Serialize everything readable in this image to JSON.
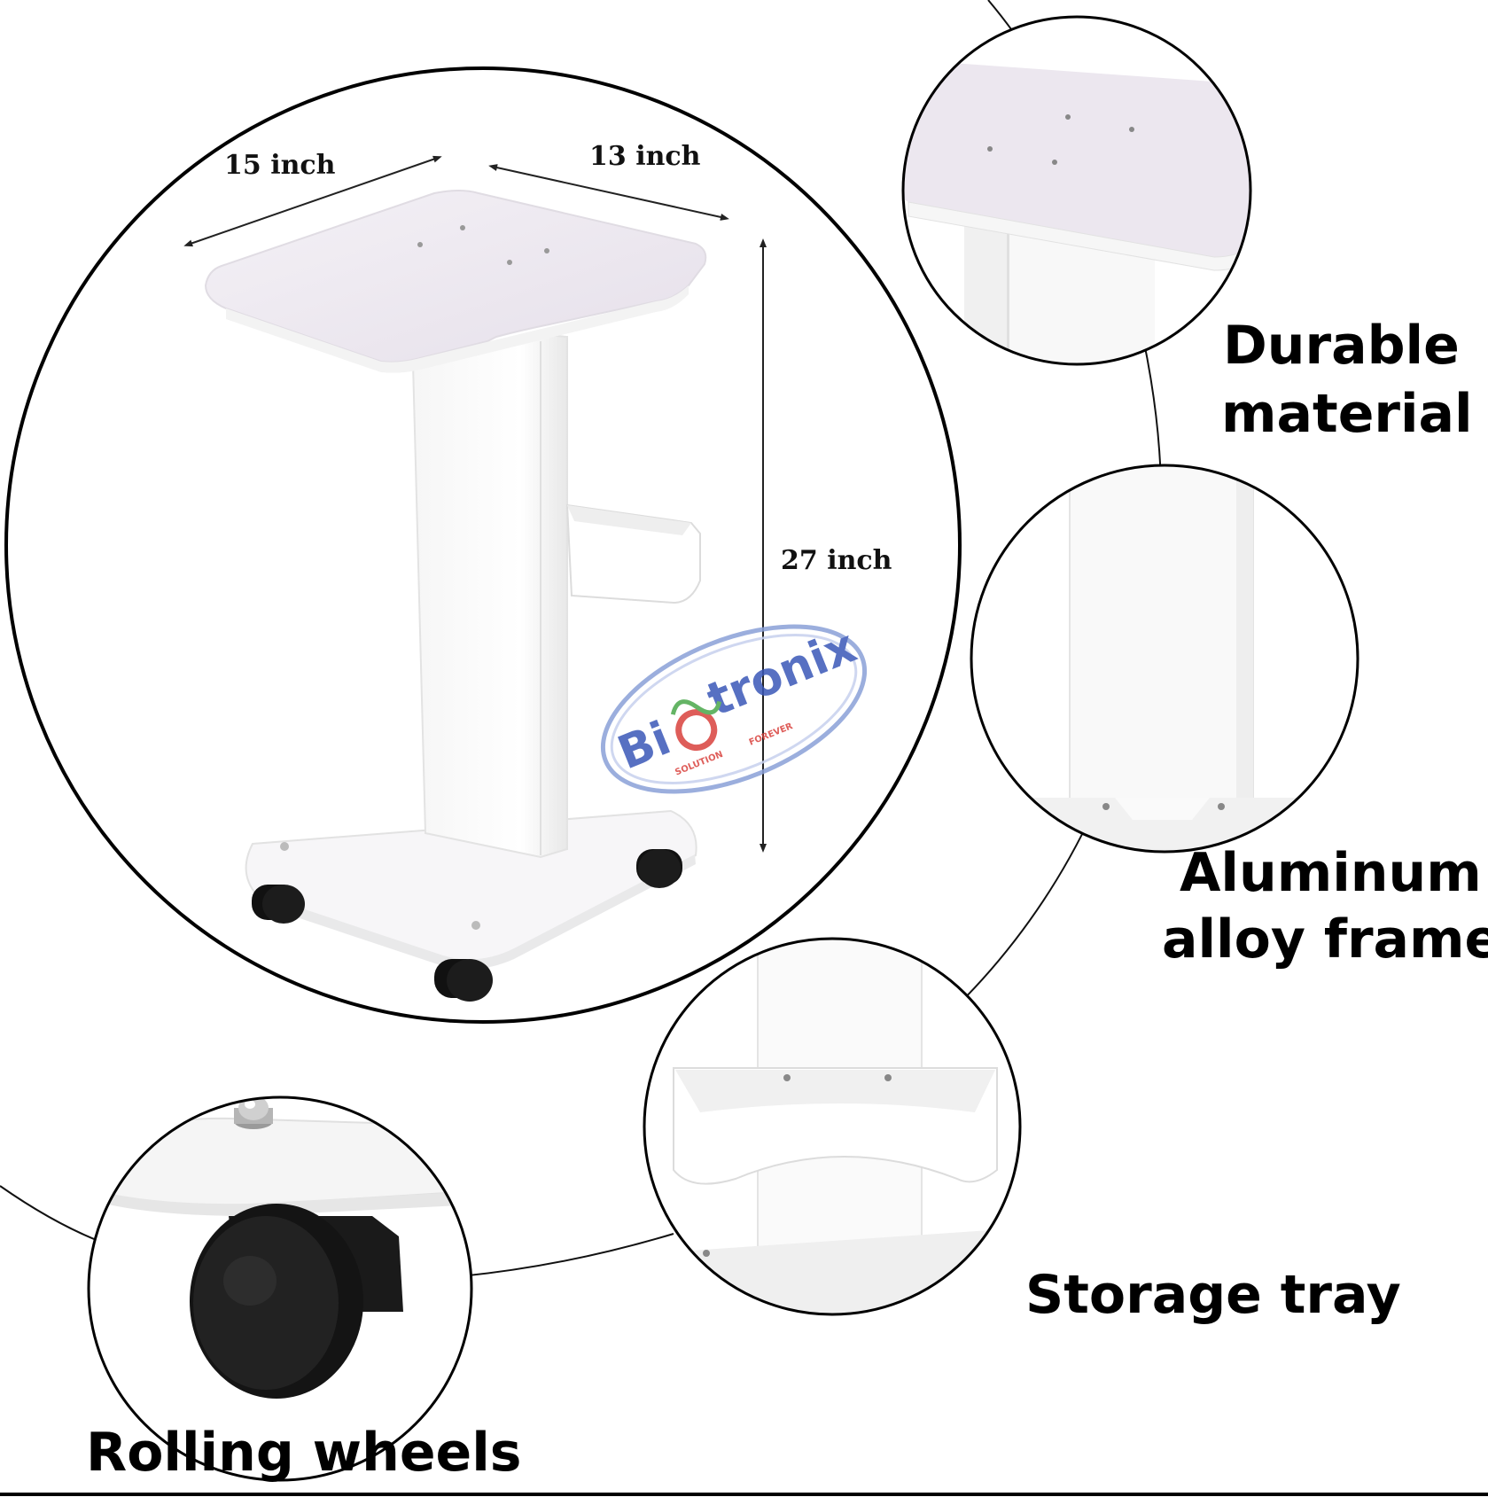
{
  "dimensions": {
    "width_label": "15 inch",
    "depth_label": "13 inch",
    "height_label": "27 inch"
  },
  "features": {
    "durable_line1": "Durable",
    "durable_line2": "material",
    "aluminum_line1": "Aluminum",
    "aluminum_line2": "alloy frame",
    "storage": "Storage tray",
    "wheels": "Rolling wheels"
  },
  "watermark": {
    "brand_part1": "Bi",
    "brand_part2": "tronix",
    "tagline_part1": "SOLUTION",
    "tagline_part2": "FOREVER"
  },
  "colors": {
    "ink": "#000000",
    "background": "#ffffff",
    "watermark_red": "#d9413d",
    "watermark_blue": "#3a58b8",
    "watermark_green": "#4aa84b"
  }
}
